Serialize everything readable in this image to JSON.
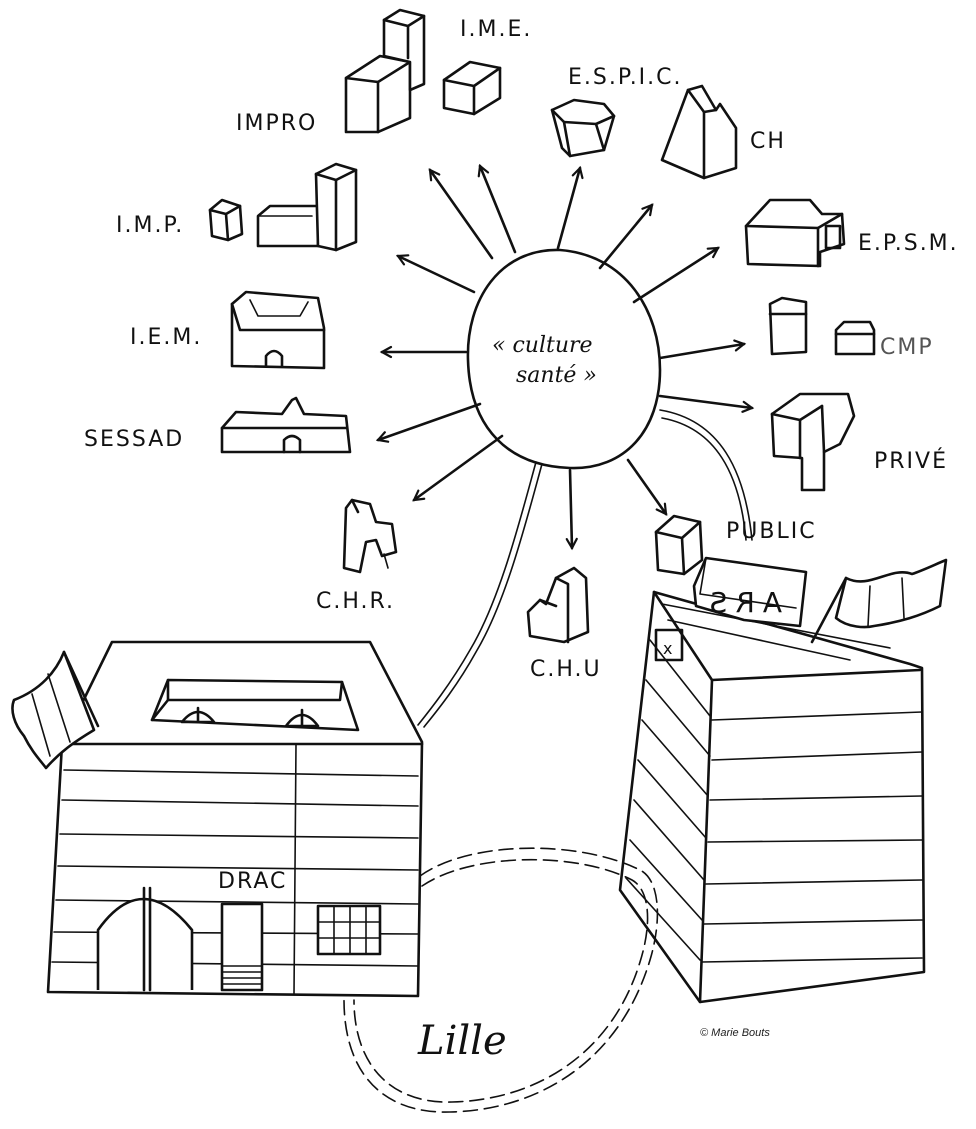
{
  "center": {
    "line1": "« culture",
    "line2": "santé »"
  },
  "labels": {
    "ime": "I.M.E.",
    "espic": "E.S.P.I.C.",
    "impro": "IMPRO",
    "ch": "CH",
    "imp": "I.M.P.",
    "epsm": "E.P.S.M.",
    "iem": "I.E.M.",
    "cmp": "CMP",
    "sessad": "SESSAD",
    "prive": "PRIVÉ",
    "chr": "C.H.R.",
    "chu": "C.H.U",
    "public": "PUBLIC",
    "drac": "DRAC",
    "ars": "ARS",
    "lille": "Lille"
  },
  "credit": "© Marie Bouts"
}
